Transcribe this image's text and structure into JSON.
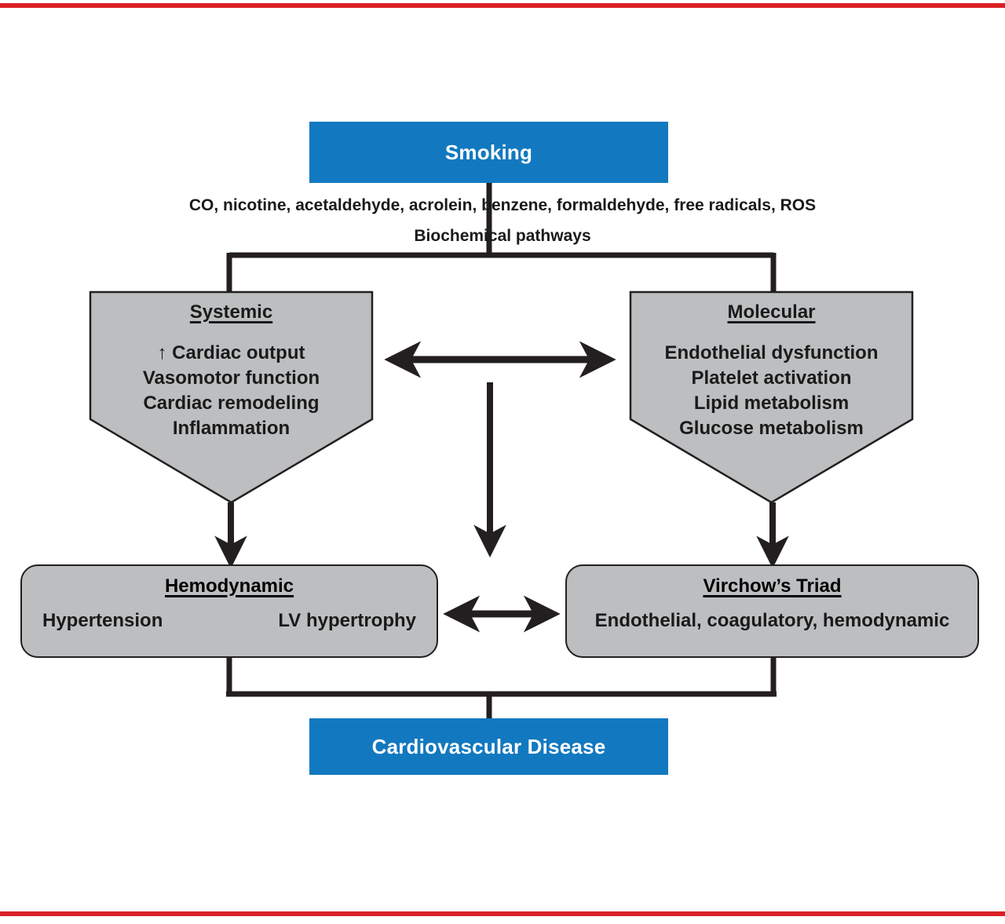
{
  "figure": {
    "title": "Smoking to Cardiovascular Disease pathway",
    "accent_blue": "#1279C0",
    "node_gray": "#BCBEC0",
    "line_black": "#231f20",
    "rule_red": "#DA2128"
  },
  "top_node": {
    "label": "Smoking"
  },
  "captions": {
    "mediators": "CO, nicotine, acetaldehyde, acrolein, benzene, formaldehyde, free radicals, ROS",
    "pathways": "Biochemical pathways"
  },
  "branches": {
    "systemic": {
      "heading": "Systemic",
      "items": [
        "↑ Cardiac output",
        "Vasomotor function",
        "Cardiac remodeling",
        "Inflammation"
      ]
    },
    "molecular": {
      "heading": "Molecular",
      "items": [
        "Endothelial dysfunction",
        "Platelet activation",
        "Lipid metabolism",
        "Glucose metabolism"
      ]
    }
  },
  "outcomes": {
    "hemodynamic": {
      "heading": "Hemodynamic",
      "left_item": "Hypertension",
      "right_item": "LV hypertrophy"
    },
    "virchow": {
      "heading": "Virchow’s Triad",
      "item": "Endothelial, coagulatory, hemodynamic"
    }
  },
  "bottom_node": {
    "label": "Cardiovascular Disease"
  },
  "connectors": [
    {
      "name": "smoking-to-split",
      "kind": "line"
    },
    {
      "name": "split-bracket",
      "kind": "bracket"
    },
    {
      "name": "systemic-to-hemodynamic",
      "kind": "arrow-down"
    },
    {
      "name": "molecular-to-virchow",
      "kind": "arrow-down"
    },
    {
      "name": "systemic-molecular-link",
      "kind": "arrow-bidirectional"
    },
    {
      "name": "center-down-arrow",
      "kind": "arrow-down"
    },
    {
      "name": "hemodynamic-virchow-link",
      "kind": "arrow-bidirectional"
    },
    {
      "name": "outcomes-to-cvd",
      "kind": "bracket"
    }
  ]
}
